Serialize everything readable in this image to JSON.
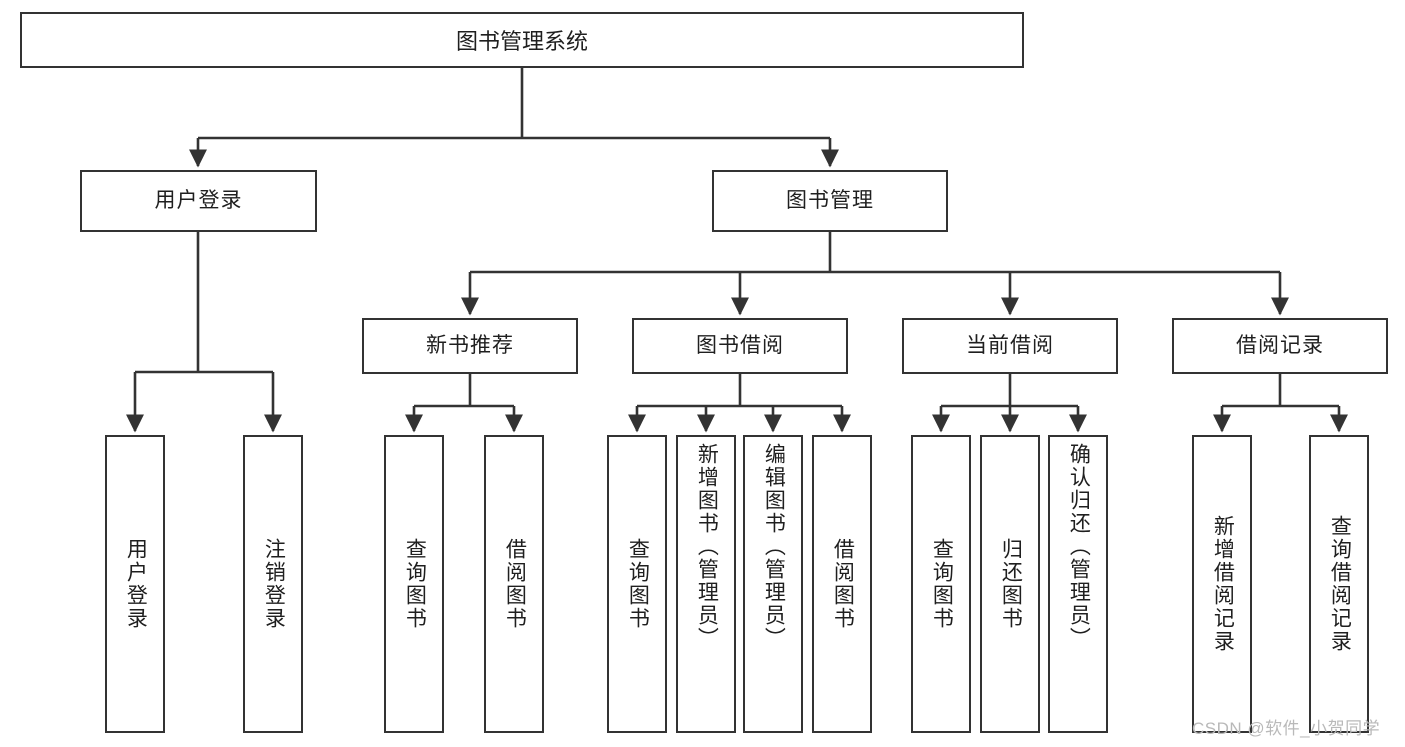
{
  "diagram": {
    "title": "图书管理系统",
    "style": {
      "stroke": "#333333",
      "fill": "#ffffff",
      "text": "#1f1f1f"
    },
    "root": {
      "label": "图书管理系统"
    },
    "level2": [
      {
        "label": "用户登录"
      },
      {
        "label": "图书管理"
      }
    ],
    "level3": [
      {
        "label": "新书推荐"
      },
      {
        "label": "图书借阅"
      },
      {
        "label": "当前借阅"
      },
      {
        "label": "借阅记录"
      }
    ],
    "leaves": {
      "user_login": [
        {
          "label": "用户登录"
        },
        {
          "label": "注销登录"
        }
      ],
      "new_book": [
        {
          "label": "查询图书"
        },
        {
          "label": "借阅图书"
        }
      ],
      "borrow": [
        {
          "label": "查询图书"
        },
        {
          "label": "新增图书（管理员）"
        },
        {
          "label": "编辑图书（管理员）"
        },
        {
          "label": "借阅图书"
        }
      ],
      "current": [
        {
          "label": "查询图书"
        },
        {
          "label": "归还图书"
        },
        {
          "label": "确认归还（管理员）"
        }
      ],
      "records": [
        {
          "label": "新增借阅记录"
        },
        {
          "label": "查询借阅记录"
        }
      ]
    }
  },
  "watermark": {
    "text": "CSDN @软件_小贺同学"
  }
}
